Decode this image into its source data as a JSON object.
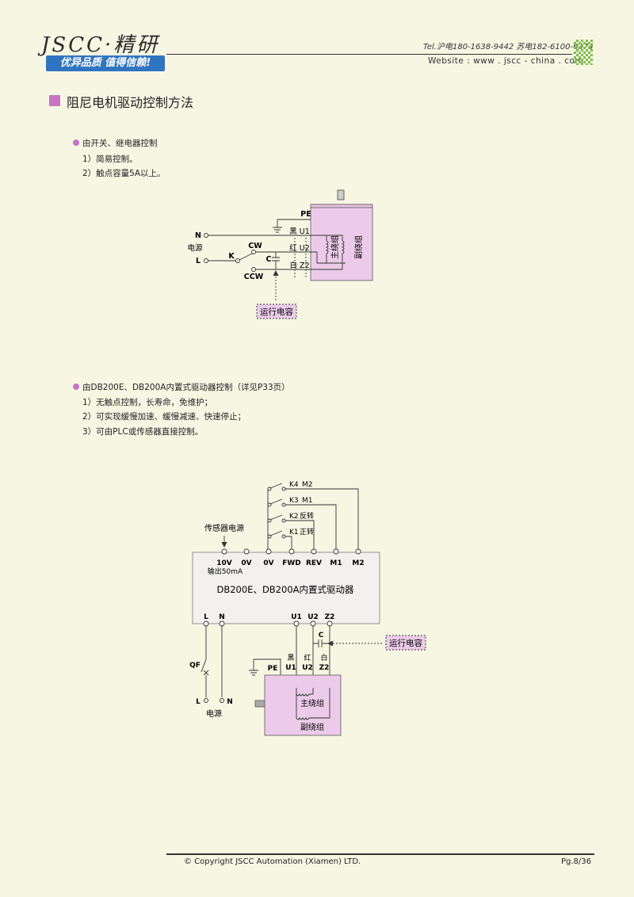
{
  "header": {
    "logo": "JSCC·精研",
    "slogan": "优异品质 值得信赖!",
    "tel": "Tel.沪电180-1638-9442 苏电182-6100-6374",
    "website": "Website : www . jscc - china . com"
  },
  "title": "阻尼电机驱动控制方法",
  "section1": {
    "heading": "由开关、继电器控制",
    "items": [
      "1）简易控制。",
      "2）触点容量5A以上。"
    ]
  },
  "diagram1": {
    "power": "电源",
    "n": "N",
    "l": "L",
    "k": "K",
    "cw": "CW",
    "ccw": "CCW",
    "c": "C",
    "pe": "PE",
    "u1": "黑 U1",
    "u2": "红 U2",
    "z2": "白 Z2",
    "main_winding": "主绕组",
    "aux_winding": "副绕组",
    "run_cap": "运行电容"
  },
  "section2": {
    "heading": "由DB200E、DB200A内置式驱动器控制（详见P33页）",
    "items": [
      "1）无触点控制，长寿命，免维护；",
      "2）可实现缓慢加速、缓慢减速、快速停止；",
      "3）可由PLC或传感器直接控制。"
    ]
  },
  "diagram2": {
    "k4": "K4",
    "m2": "M2",
    "k3": "K3",
    "m1": "M1",
    "k2": "K2",
    "rev_label": "反转",
    "k1": "K1",
    "fwd_label": "正转",
    "sensor_power": "传感器电源",
    "terminals_top": [
      "10V",
      "0V",
      "0V",
      "FWD",
      "REV",
      "M1",
      "M2"
    ],
    "output": "输出50mA",
    "driver_name": "DB200E、DB200A内置式驱动器",
    "terminals_bottom": [
      "L",
      "N",
      "U1",
      "U2",
      "Z2"
    ],
    "c": "C",
    "run_cap": "运行电容",
    "qf": "QF",
    "pe": "PE",
    "black": "黑",
    "red": "红",
    "white": "白",
    "u1": "U1",
    "u2": "U2",
    "z2": "Z2",
    "main_winding": "主绕组",
    "aux_winding": "副绕组",
    "l": "L",
    "n": "N",
    "power": "电源"
  },
  "footer": {
    "copyright": "© Copyright JSCC Automation (Xiamen) LTD.",
    "page": "Pg.8/36"
  }
}
